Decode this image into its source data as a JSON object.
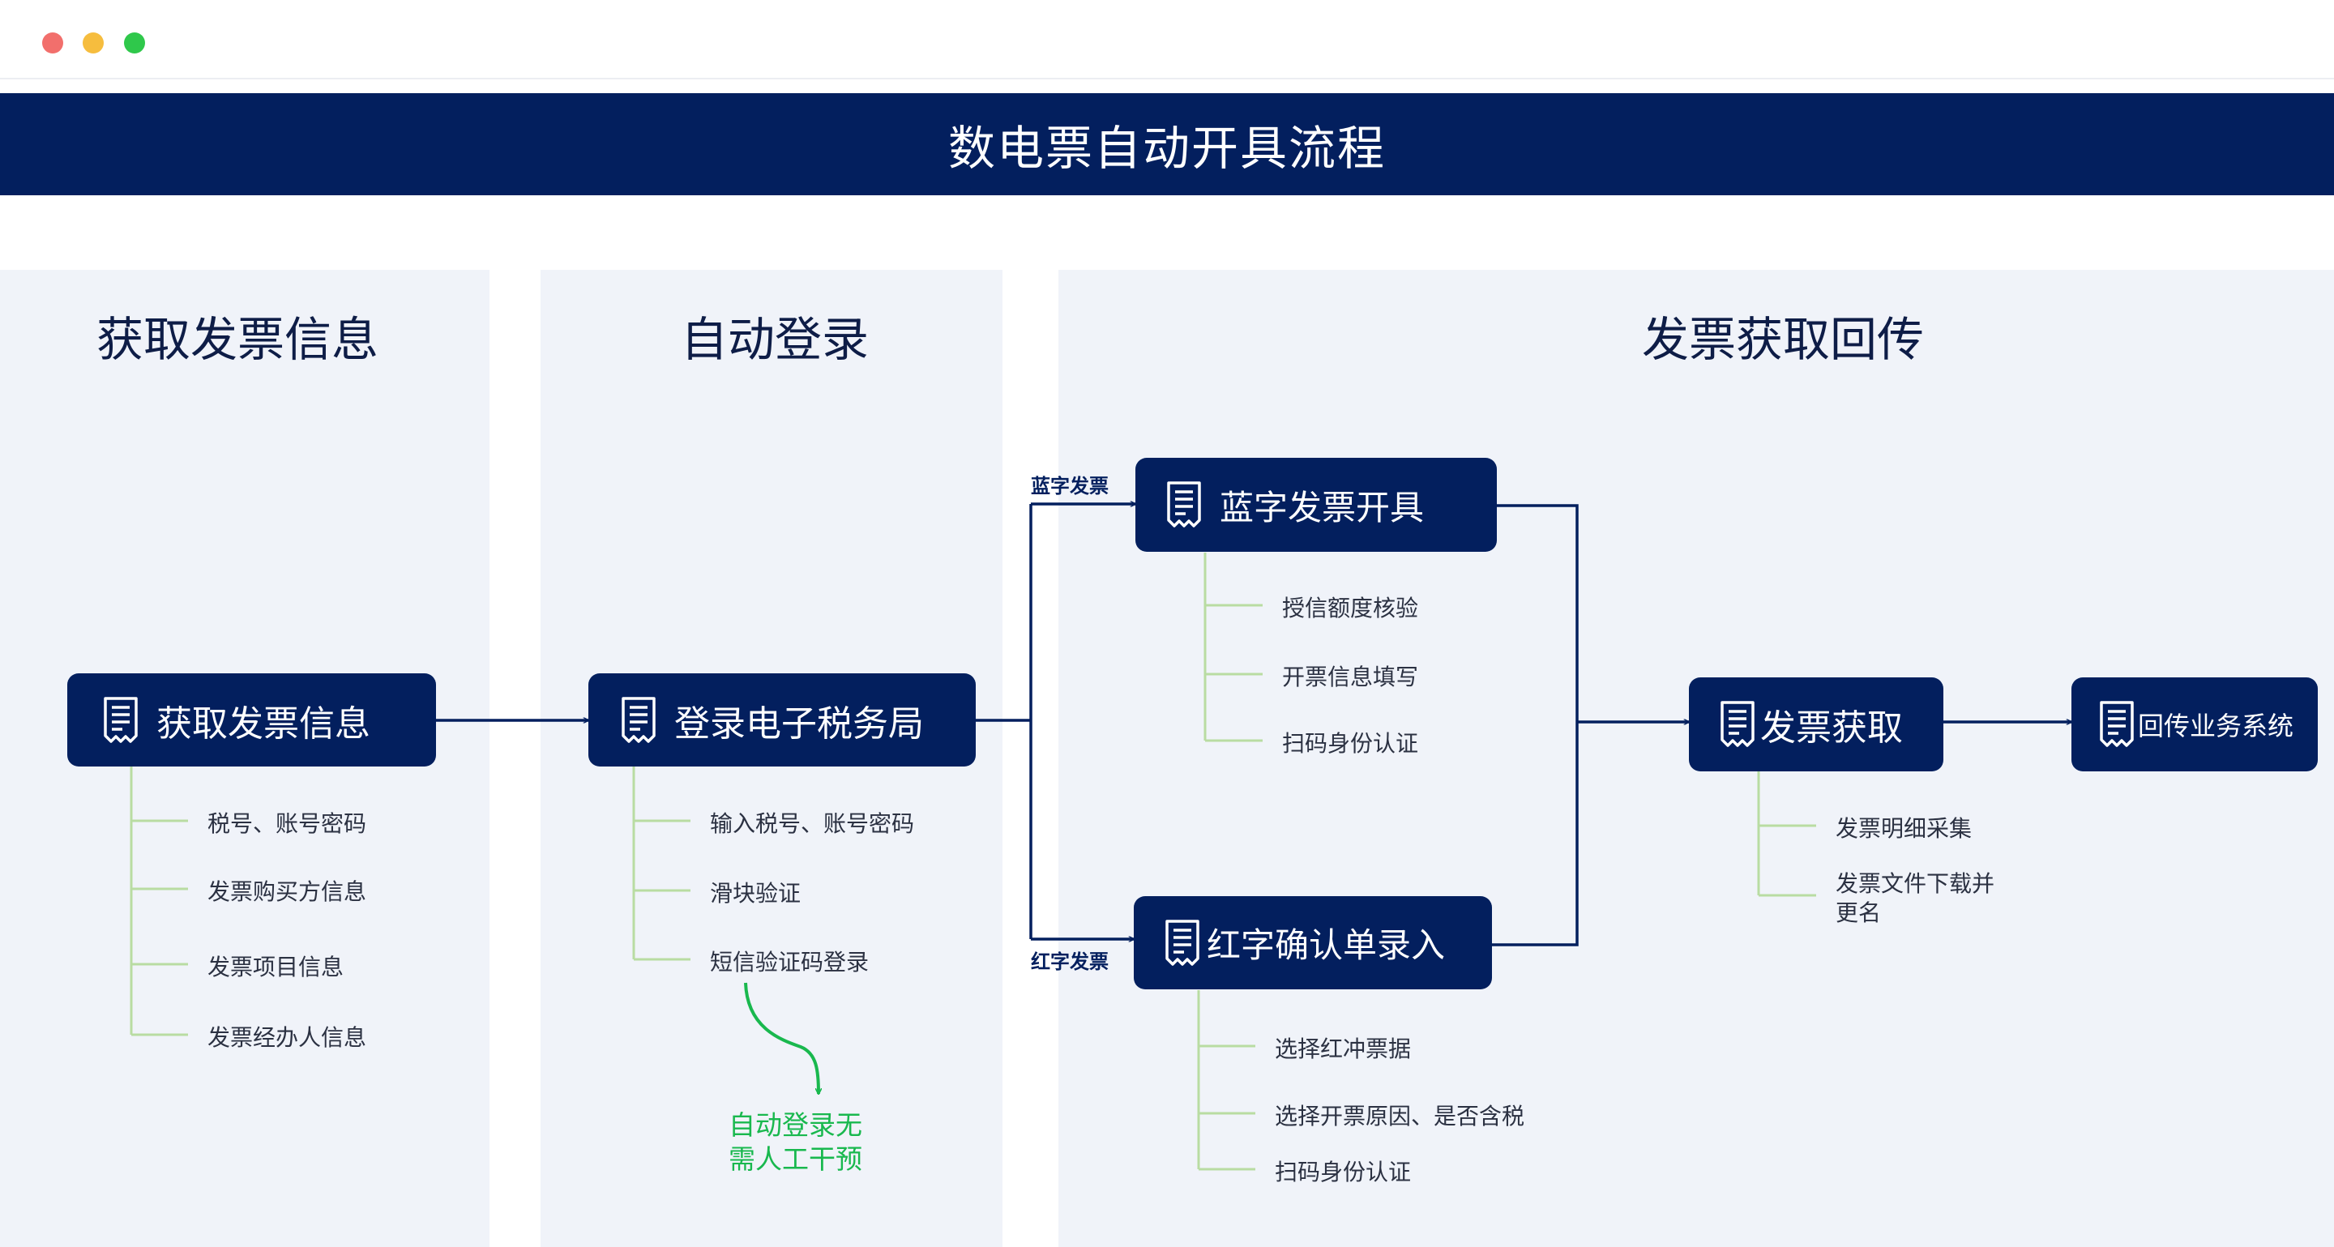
{
  "window": {
    "controls": [
      "close",
      "minimize",
      "maximize"
    ]
  },
  "header": {
    "title": "数电票自动开具流程"
  },
  "sections": [
    {
      "title": "获取发票信息"
    },
    {
      "title": "自动登录"
    },
    {
      "title": "发票获取回传"
    }
  ],
  "nodes": {
    "get_info": {
      "label": "获取发票信息",
      "items": [
        "税号、账号密码",
        "发票购买方信息",
        "发票项目信息",
        "发票经办人信息"
      ]
    },
    "login": {
      "label": "登录电子税务局",
      "items": [
        "输入税号、账号密码",
        "滑块验证",
        "短信验证码登录"
      ]
    },
    "blue": {
      "label": "蓝字发票开具",
      "items": [
        "授信额度核验",
        "开票信息填写",
        "扫码身份认证"
      ]
    },
    "red": {
      "label": "红字确认单录入",
      "items": [
        "选择红冲票据",
        "选择开票原因、是否含税",
        "扫码身份认证"
      ]
    },
    "fetch": {
      "label": "发票获取",
      "items": [
        "发票明细采集",
        "发票文件下载并",
        "更名"
      ]
    },
    "return": {
      "label": "回传业务系统"
    }
  },
  "branches": {
    "blue": "蓝字发票",
    "red": "红字发票"
  },
  "note": {
    "line1": "自动登录无",
    "line2": "需人工干预"
  },
  "colors": {
    "navy": "#031f5e",
    "panel": "#f0f3f9",
    "tree_line": "#b9dca2",
    "note_green": "#19b84e"
  }
}
